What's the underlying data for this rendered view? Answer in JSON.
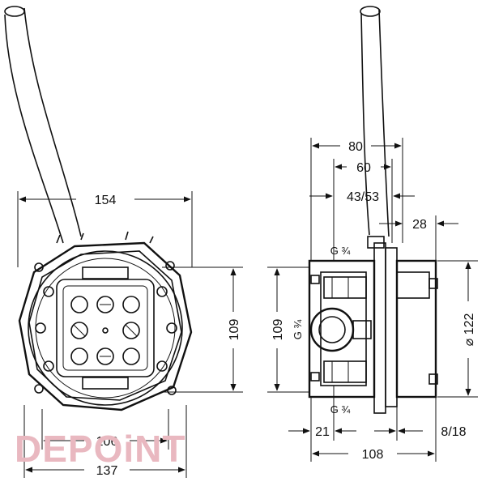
{
  "front_view": {
    "dimensions": {
      "width_top": "154",
      "height_right": "109",
      "bottom_inner": "106",
      "bottom_outer": "137"
    }
  },
  "side_view": {
    "dimensions": {
      "top_80": "80",
      "top_60": "60",
      "top_43_53": "43/53",
      "right_28": "28",
      "left_height": "109",
      "right_height": "⌀ 122",
      "bottom_21": "21",
      "bottom_8_18": "8/18",
      "bottom_108": "108"
    },
    "threads": {
      "top": "G ¾",
      "side": "G ¾",
      "bottom": "G ¾"
    }
  },
  "watermark": "DEPOiNT",
  "colors": {
    "line": "#111111",
    "watermark": "#e9b8c0"
  }
}
